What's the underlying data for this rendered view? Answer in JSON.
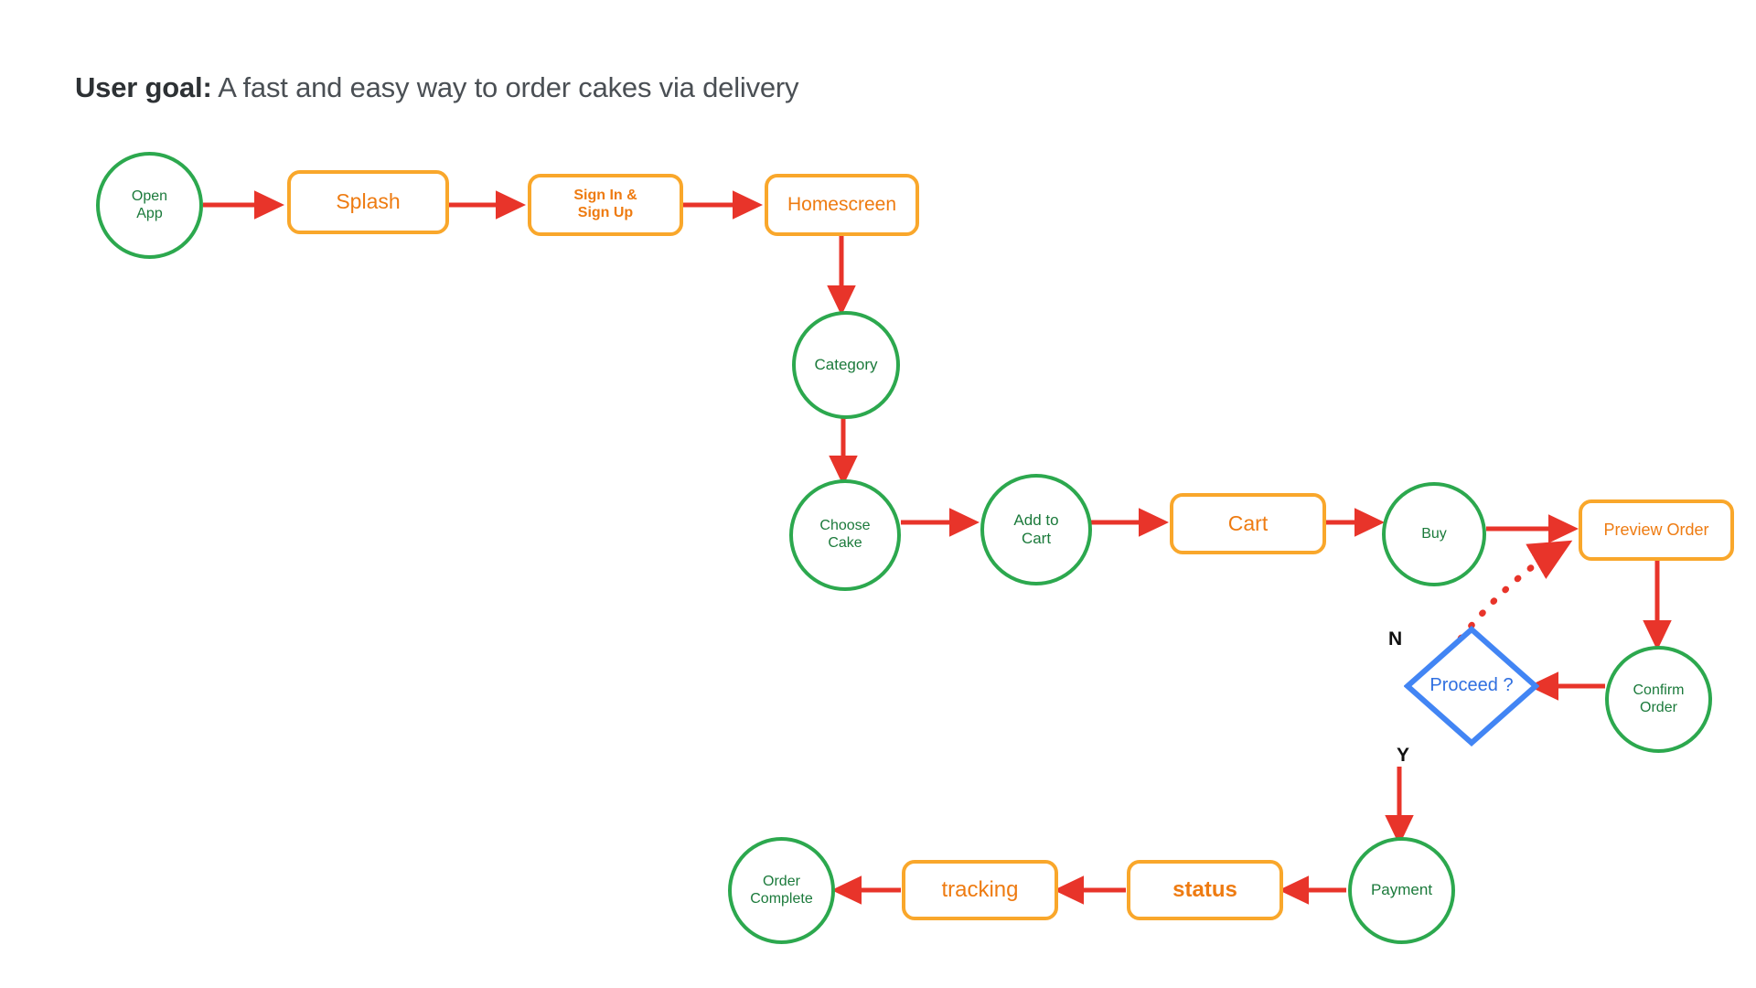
{
  "title": {
    "bold": "User goal:",
    "rest": " A fast and easy way to order cakes via delivery"
  },
  "colors": {
    "green": "#2ca84e",
    "green_text": "#1b7a3b",
    "orange_border": "#f9a72b",
    "orange_text": "#ee7b11",
    "blue": "#4285f4",
    "blue_text": "#2f6fe0",
    "arrow_red": "#e8342a",
    "title_text": "#3c4043"
  },
  "nodes": {
    "open_app": "Open\nApp",
    "splash": "Splash",
    "sign_in_up": "Sign In &\nSign Up",
    "homescreen": "Homescreen",
    "category": "Category",
    "choose_cake": "Choose\nCake",
    "add_to_cart": "Add to\nCart",
    "cart": "Cart",
    "buy": "Buy",
    "preview_order": "Preview  Order",
    "confirm_order": "Confirm\nOrder",
    "proceed": "Proceed ?",
    "payment": "Payment",
    "status": "status",
    "tracking": "tracking",
    "order_complete": "Order\nComplete"
  },
  "branches": {
    "no_label": "N",
    "yes_label": "Y"
  }
}
